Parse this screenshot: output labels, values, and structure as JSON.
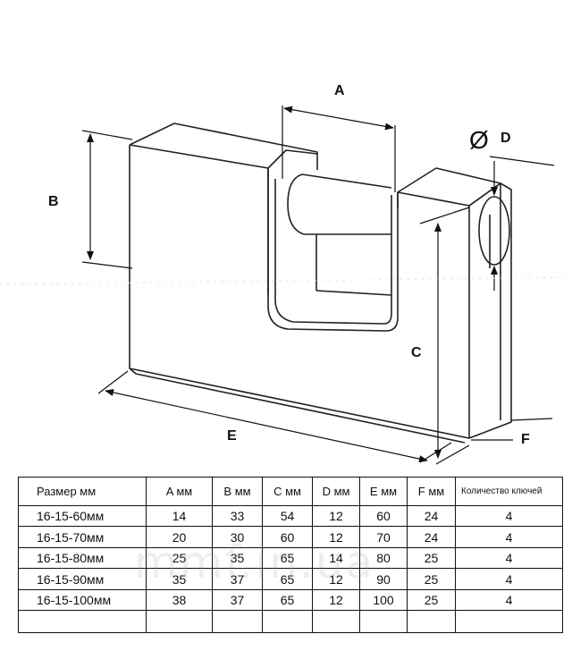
{
  "dimension_labels": {
    "a": "A",
    "b": "B",
    "c": "C",
    "d_symbol": "Ø",
    "d": "D",
    "e": "E",
    "f": "F"
  },
  "table": {
    "headers": [
      "Размер мм",
      "A мм",
      "B мм",
      "C мм",
      "D мм",
      "E мм",
      "F мм",
      "Количество ключей"
    ],
    "rows": [
      [
        "16-15-60мм",
        "14",
        "33",
        "54",
        "12",
        "60",
        "24",
        "4"
      ],
      [
        "16-15-70мм",
        "20",
        "30",
        "60",
        "12",
        "70",
        "24",
        "4"
      ],
      [
        "16-15-80мм",
        "25",
        "35",
        "65",
        "14",
        "80",
        "25",
        "4"
      ],
      [
        "16-15-90мм",
        "35",
        "37",
        "65",
        "12",
        "90",
        "25",
        "4"
      ],
      [
        "16-15-100мм",
        "38",
        "37",
        "65",
        "12",
        "100",
        "25",
        "4"
      ]
    ]
  },
  "watermark": "mmf.in.ua"
}
